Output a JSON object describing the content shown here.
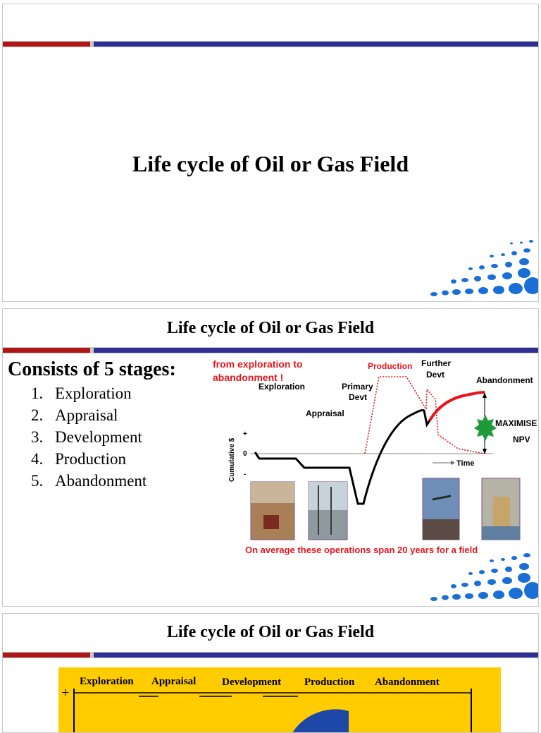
{
  "slide1": {
    "title": "Life cycle of Oil or Gas Field"
  },
  "slide2": {
    "title": "Life cycle of Oil or Gas Field",
    "stages_heading": "Consists of 5 stages:",
    "stages": [
      {
        "num": "1.",
        "label": "Exploration"
      },
      {
        "num": "2.",
        "label": "Appraisal"
      },
      {
        "num": "3.",
        "label": "Development"
      },
      {
        "num": "4.",
        "label": "Production"
      },
      {
        "num": "5.",
        "label": "Abandonment"
      }
    ],
    "diagram": {
      "headline_line1": "from exploration to",
      "headline_line2": "abandonment !",
      "labels": {
        "exploration": "Exploration",
        "appraisal": "Appraisal",
        "primary_devt_1": "Primary",
        "primary_devt_2": "Devt",
        "production": "Production",
        "further_devt_1": "Further",
        "further_devt_2": "Devt",
        "abandonment": "Abandonment",
        "maximise": "MAXIMISE",
        "npv": "NPV",
        "time": "Time",
        "y_axis": "Cumulative $",
        "plus": "+",
        "zero": "0",
        "minus": "-"
      },
      "footer": "On average these operations span 20 years for a field"
    }
  },
  "slide3": {
    "title": "Life cycle of Oil or Gas Field",
    "phases": [
      "Exploration",
      "Appraisal",
      "Development",
      "Production",
      "Abandonment"
    ],
    "plus_mark": "+"
  },
  "colors": {
    "accent_red": "#b01616",
    "accent_blue": "#2e2e94",
    "highlight_red": "#e8141c",
    "chart_yellow": "#ffcc00"
  }
}
